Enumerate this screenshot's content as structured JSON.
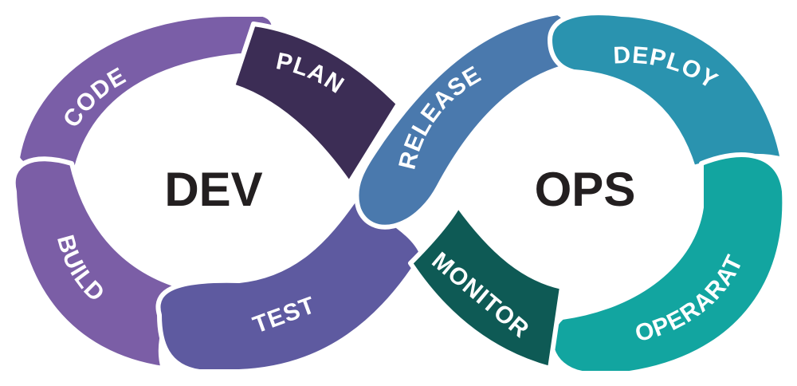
{
  "diagram": {
    "center_left": "DEV",
    "center_right": "OPS",
    "segments": [
      {
        "id": "code",
        "label": "CODE",
        "color": "#7a5ea7"
      },
      {
        "id": "plan",
        "label": "PLAN",
        "color": "#3c2d55"
      },
      {
        "id": "build",
        "label": "BUILD",
        "color": "#7b5ea6"
      },
      {
        "id": "test",
        "label": "TEST",
        "color": "#5e5aa0"
      },
      {
        "id": "release",
        "label": "RELEASE",
        "color": "#4a79ad"
      },
      {
        "id": "deploy",
        "label": "DEPLOY",
        "color": "#2a93af"
      },
      {
        "id": "operarat",
        "label": "OPERARAT",
        "color": "#12a5a0"
      },
      {
        "id": "monitor",
        "label": "MONITOR",
        "color": "#0e5a55"
      }
    ]
  }
}
